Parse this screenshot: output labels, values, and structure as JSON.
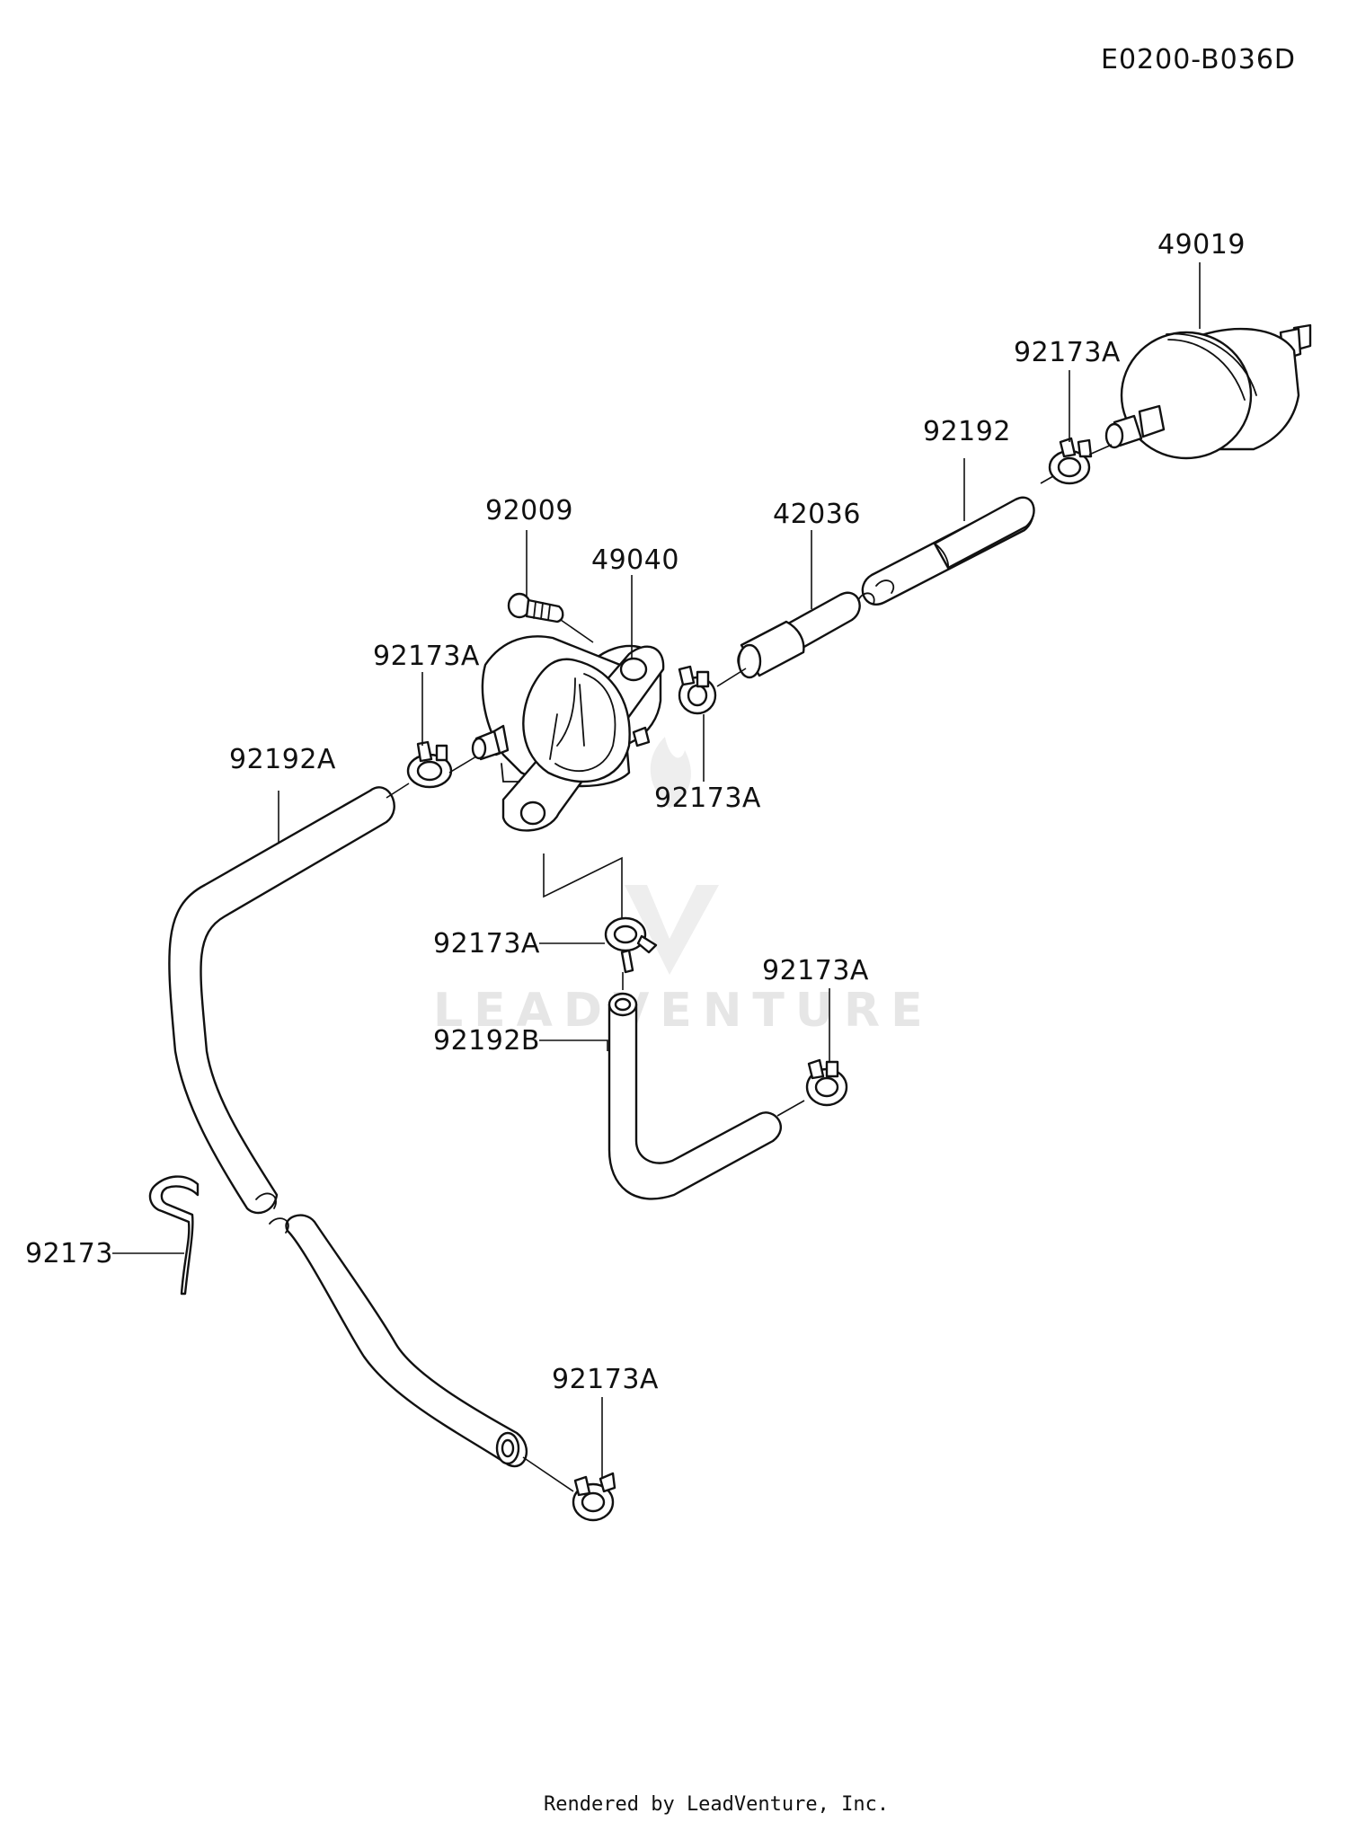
{
  "diagram": {
    "reference_code": "E0200-B036D",
    "footer": "Rendered by LeadVenture, Inc.",
    "watermark": "LEADVENTURE",
    "parts": [
      {
        "id": "fuel-filter",
        "label": "49019"
      },
      {
        "id": "clamp-filter",
        "label": "92173A"
      },
      {
        "id": "hose-upper",
        "label": "92192"
      },
      {
        "id": "pipe-joint",
        "label": "42036"
      },
      {
        "id": "bolt",
        "label": "92009"
      },
      {
        "id": "fuel-pump",
        "label": "49040"
      },
      {
        "id": "clamp-pump-left",
        "label": "92173A"
      },
      {
        "id": "clamp-pump-right",
        "label": "92173A"
      },
      {
        "id": "hose-long",
        "label": "92192A"
      },
      {
        "id": "clamp-pump-bottom",
        "label": "92173A"
      },
      {
        "id": "clamp-hose-b",
        "label": "92173A"
      },
      {
        "id": "hose-b",
        "label": "92192B"
      },
      {
        "id": "clip",
        "label": "92173"
      },
      {
        "id": "clamp-hose-end",
        "label": "92173A"
      }
    ]
  }
}
